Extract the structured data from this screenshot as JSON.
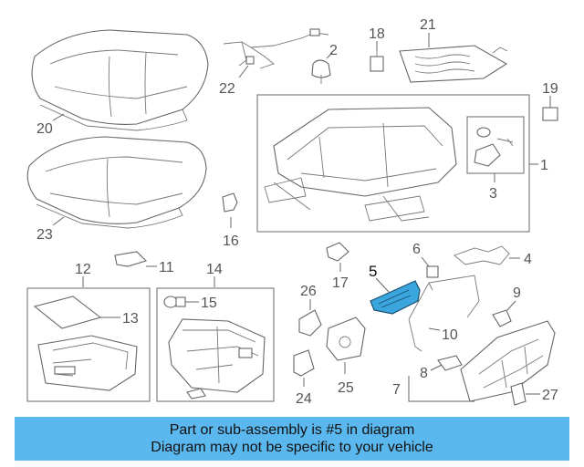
{
  "callouts": {
    "n1": "1",
    "n2": "2",
    "n3": "3",
    "n4": "4",
    "n5": "5",
    "n6": "6",
    "n7": "7",
    "n8": "8",
    "n9": "9",
    "n10": "10",
    "n11": "11",
    "n12": "12",
    "n13": "13",
    "n14": "14",
    "n15": "15",
    "n16": "16",
    "n17": "17",
    "n18": "18",
    "n19": "19",
    "n20": "20",
    "n21": "21",
    "n22": "22",
    "n23": "23",
    "n24": "24",
    "n25": "25",
    "n26": "26",
    "n27": "27"
  },
  "highlight": {
    "part": "5",
    "color": "#3aa6dd"
  },
  "banner": {
    "line1": "Part or sub-assembly is #5 in diagram",
    "line2": "Diagram may not be specific to your vehicle",
    "background": "#5bb8ee"
  }
}
